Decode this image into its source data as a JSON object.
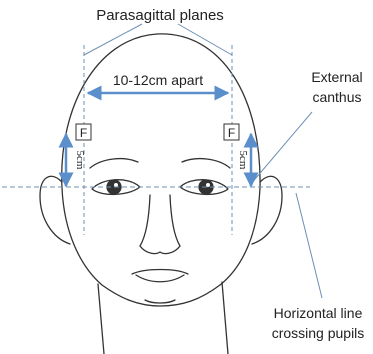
{
  "labels": {
    "title": "Parasagittal planes",
    "distance": "10-12cm apart",
    "canthus_line1": "External",
    "canthus_line2": "canthus",
    "measure_left": "5cm",
    "measure_right": "5cm",
    "marker_left": "F",
    "marker_right": "F",
    "pupil_line1": "Horizontal line",
    "pupil_line2": "crossing pupils"
  },
  "colors": {
    "accent": "#5b8fcb",
    "guide": "#6d8fb5",
    "outline": "#333333"
  }
}
